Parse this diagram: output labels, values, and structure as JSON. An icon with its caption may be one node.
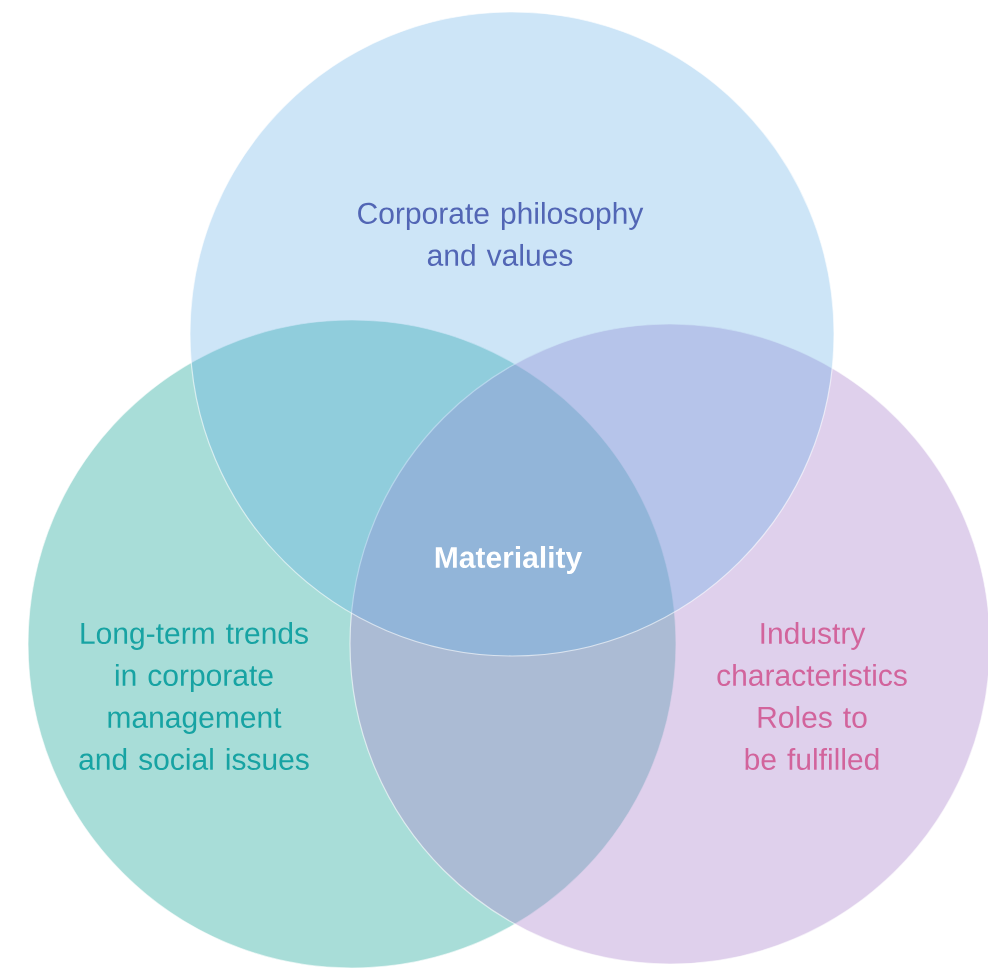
{
  "diagram": {
    "nodes": [
      {
        "text": [
          "Corporate philosophy and values"
        ]
      },
      {
        "text": [
          "Long-term trends in corporate management and social issues"
        ]
      },
      {
        "text": [
          "Industry characteristics",
          "Roles to be fulfilled"
        ]
      },
      {
        "text": [
          "Materiality"
        ]
      }
    ]
  }
}
